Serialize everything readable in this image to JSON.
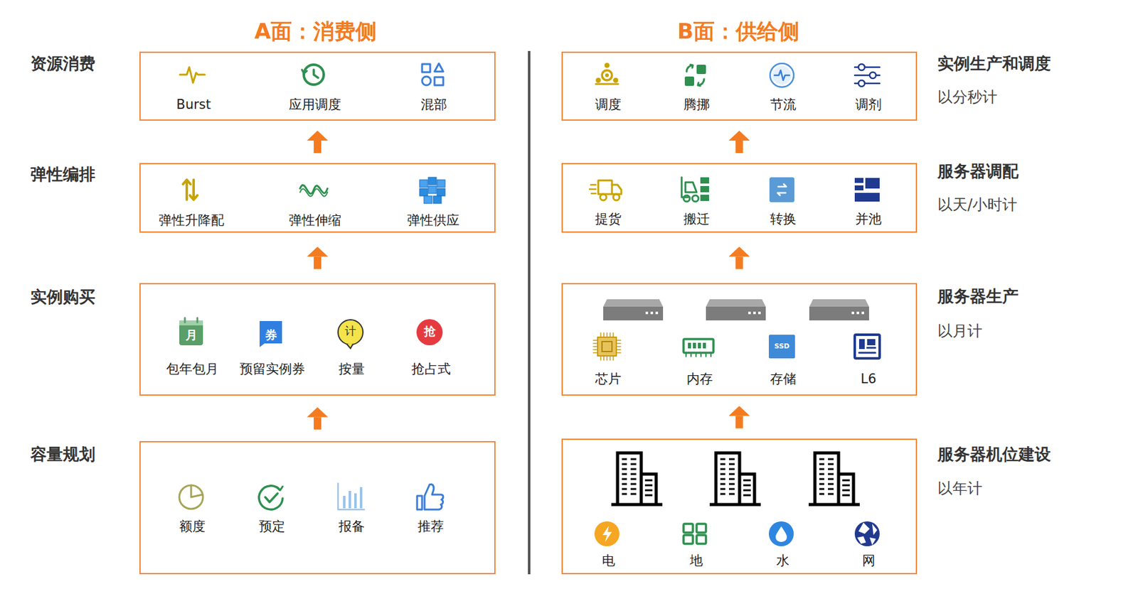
{
  "diagram": {
    "nodes": [
      {
        "text": [
          "资源消费",
          "Burst",
          "应用调度",
          "混部"
        ]
      },
      {
        "text": [
          "弹性编排",
          "弹性升降配",
          "弹性伸缩",
          "弹性供应"
        ]
      },
      {
        "text": [
          "实例购买",
          "包年包月",
          "预留实例券",
          "按量",
          "抢占式"
        ]
      },
      {
        "text": [
          "容量规划",
          "额度",
          "预定",
          "报备",
          "推荐"
        ]
      },
      {
        "text": [
          "实例生产和调度",
          "以分秒计",
          "调度",
          "腾挪",
          "节流",
          "调剂"
        ]
      },
      {
        "text": [
          "服务器调配",
          "以天/小时计",
          "提货",
          "搬迁",
          "转换",
          "并池"
        ]
      },
      {
        "text": [
          "服务器生产",
          "以月计",
          "芯片",
          "内存",
          "存储",
          "L6"
        ]
      },
      {
        "text": [
          "服务器机位建设",
          "以年计",
          "电",
          "地",
          "水",
          "网"
        ]
      }
    ],
    "edges": [
      {
        "from": 1,
        "to": 0,
        "arrow": "to"
      },
      {
        "from": 2,
        "to": 1,
        "arrow": "to"
      },
      {
        "from": 3,
        "to": 2,
        "arrow": "to"
      },
      {
        "from": 5,
        "to": 4,
        "arrow": "to"
      },
      {
        "from": 6,
        "to": 5,
        "arrow": "to"
      },
      {
        "from": 7,
        "to": 6,
        "arrow": "to"
      }
    ],
    "labels": [
      "A面：消费侧",
      "B面：供给侧",
      "月",
      "券",
      "计",
      "抢",
      "SSD"
    ]
  }
}
